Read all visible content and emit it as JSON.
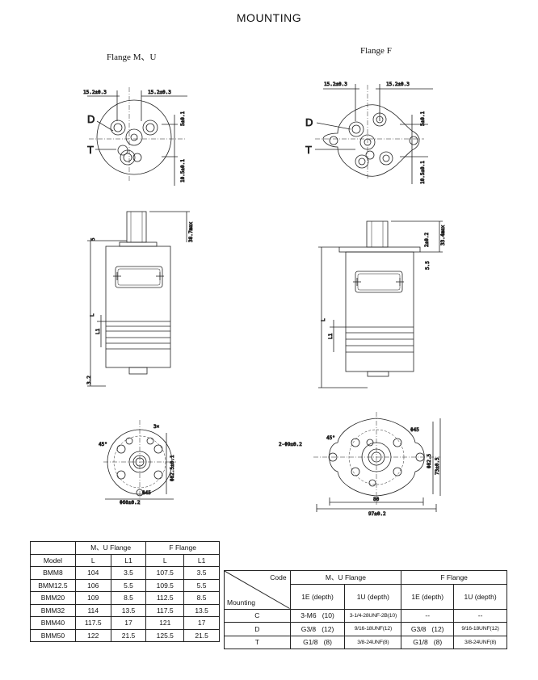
{
  "title": "MOUNTING",
  "flange_mu_label": "Flange  M、U",
  "flange_f_label": "Flange  F",
  "drawing_mu": {
    "dim_left": "15.2±0.3",
    "dim_right": "15.2±0.3",
    "dim_5": "5±0.1",
    "dim_10_5": "10.5±0.1",
    "port_d": "D",
    "port_t": "T",
    "side_5": "5",
    "side_38_7": "38.7max",
    "side_l": "L",
    "side_l1": "L1",
    "side_3_2": "3.2",
    "bottom_3x": "3×",
    "bottom_45deg": "45°",
    "bottom_phi45": "Φ45",
    "bottom_phi60": "Φ60±0.2",
    "bottom_phi82": "Φ82.5±0.1"
  },
  "drawing_f": {
    "dim_left": "15.2±0.3",
    "dim_right": "15.2±0.3",
    "dim_5": "5±0.1",
    "dim_10_5": "10.5±0.1",
    "port_d": "D",
    "port_t": "T",
    "side_2_2": "2±0.2",
    "side_33_4": "33.4max",
    "side_5_5": "5.5",
    "side_l": "L",
    "side_l1": "L1",
    "bottom_45deg": "45°",
    "bottom_phi45": "Φ45",
    "bottom_2holes": "2-Φ9±0.2",
    "bottom_phi82": "Φ82.5",
    "bottom_73": "73±0.5",
    "bottom_80": "80",
    "bottom_97": "97±0.2"
  },
  "table_dims": {
    "group_mu": "M、U Flange",
    "group_f": "F Flange",
    "col_model": "Model",
    "col_l": "L",
    "col_l1": "L1",
    "rows": [
      {
        "model": "BMM8",
        "mu_l": "104",
        "mu_l1": "3.5",
        "f_l": "107.5",
        "f_l1": "3.5"
      },
      {
        "model": "BMM12.5",
        "mu_l": "106",
        "mu_l1": "5.5",
        "f_l": "109.5",
        "f_l1": "5.5"
      },
      {
        "model": "BMM20",
        "mu_l": "109",
        "mu_l1": "8.5",
        "f_l": "112.5",
        "f_l1": "8.5"
      },
      {
        "model": "BMM32",
        "mu_l": "114",
        "mu_l1": "13.5",
        "f_l": "117.5",
        "f_l1": "13.5"
      },
      {
        "model": "BMM40",
        "mu_l": "117.5",
        "mu_l1": "17",
        "f_l": "121",
        "f_l1": "17"
      },
      {
        "model": "BMM50",
        "mu_l": "122",
        "mu_l1": "21.5",
        "f_l": "125.5",
        "f_l1": "21.5"
      }
    ]
  },
  "table_ports": {
    "code_label": "Code",
    "mounting_label": "Mounting",
    "group_mu": "M、U Flange",
    "group_f": "F Flange",
    "col_1e": "1E (depth)",
    "col_1u": "1U (depth)",
    "rows": [
      {
        "port": "C",
        "mu_1e": "3-M6   (10)",
        "mu_1u": "3-1/4-28UNF-2B(10)",
        "f_1e": "--",
        "f_1u": "--"
      },
      {
        "port": "D",
        "mu_1e": "G3/8   (12)",
        "mu_1u": "9/16-18UNF(12)",
        "f_1e": "G3/8   (12)",
        "f_1u": "9/16-18UNF(12)"
      },
      {
        "port": "T",
        "mu_1e": "G1/8   (8)",
        "mu_1u": "3/8-24UNF(8)",
        "f_1e": "G1/8   (8)",
        "f_1u": "3/8-24UNF(8)"
      }
    ]
  }
}
